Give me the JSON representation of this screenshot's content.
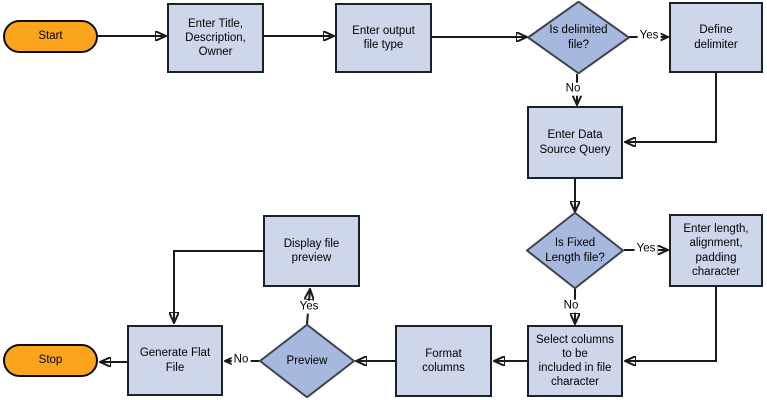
{
  "nodes": {
    "start": {
      "type": "terminator",
      "label": "Start"
    },
    "enter_title": {
      "type": "process",
      "label": "Enter Title,\nDescription,\nOwner"
    },
    "enter_output": {
      "type": "process",
      "label": "Enter output\nfile type"
    },
    "is_delimited": {
      "type": "decision",
      "label": "Is delimited\nfile?"
    },
    "define_delimiter": {
      "type": "process",
      "label": "Define\ndelimiter"
    },
    "enter_data_source": {
      "type": "process",
      "label": "Enter Data\nSource Query"
    },
    "is_fixed_length": {
      "type": "decision",
      "label": "Is Fixed\nLength file?"
    },
    "enter_length": {
      "type": "process",
      "label": "Enter length,\nalignment,\npadding\ncharacter"
    },
    "select_columns": {
      "type": "process",
      "label": "Select columns\nto be\nincluded in file\ncharacter"
    },
    "format_columns": {
      "type": "process",
      "label": "Format\ncolumns"
    },
    "preview": {
      "type": "decision",
      "label": "Preview"
    },
    "display_preview": {
      "type": "process",
      "label": "Display file\npreview"
    },
    "generate_flat": {
      "type": "process",
      "label": "Generate Flat\nFile"
    },
    "stop": {
      "type": "terminator",
      "label": "Stop"
    }
  },
  "edges": {
    "delimited_yes": {
      "label": "Yes"
    },
    "delimited_no": {
      "label": "No"
    },
    "fixed_yes": {
      "label": "Yes"
    },
    "fixed_no": {
      "label": "No"
    },
    "preview_yes": {
      "label": "Yes"
    },
    "preview_no": {
      "label": "No"
    }
  },
  "colors": {
    "process_fill": "#cdd7e9",
    "process_border": "#1b2129",
    "decision_fill": "#a6b8dd",
    "decision_border": "#3e444d",
    "terminator_fill": "#fca51c",
    "terminator_border": "#0d0d0d",
    "connector": "#1a1a1a",
    "background": "#ffffff",
    "text": "#000000"
  }
}
